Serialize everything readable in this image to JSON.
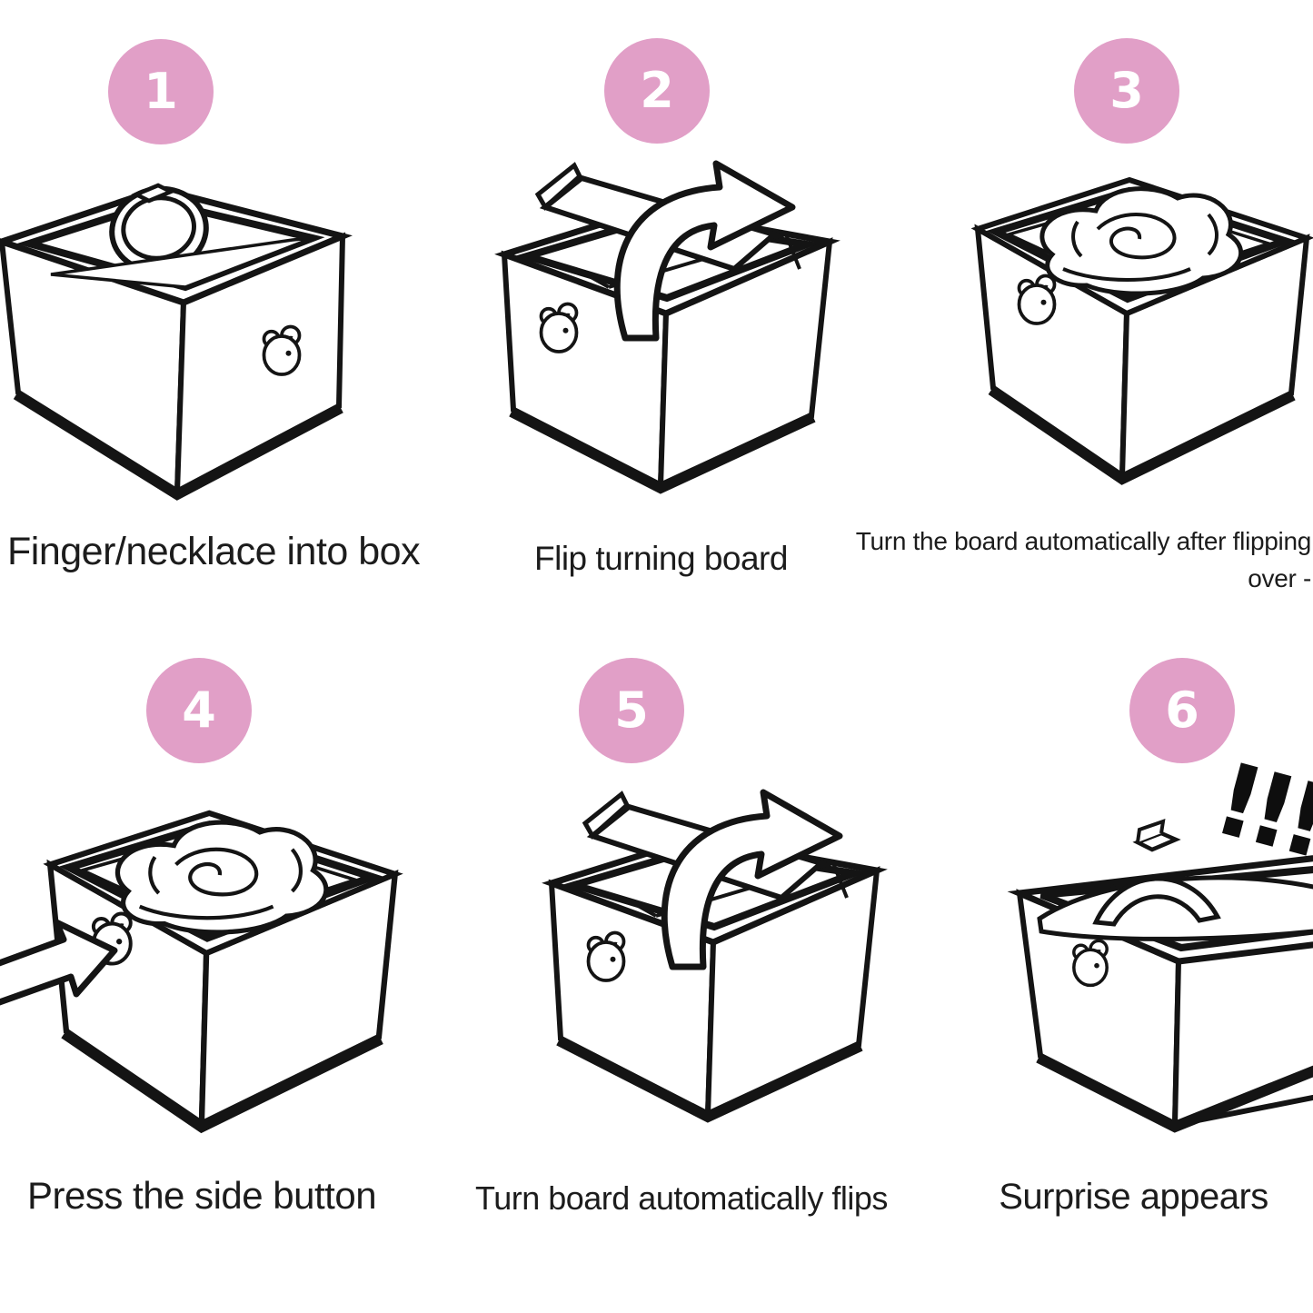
{
  "style": {
    "accent_pink": "#E19FC7",
    "number_color": "#ffffff",
    "line_color": "#141414",
    "text_color": "#1c1c1c",
    "background": "#ffffff"
  },
  "steps": [
    {
      "number": "1",
      "caption": "Finger/necklace into box",
      "illustration": "open-box-with-ring-inside"
    },
    {
      "number": "2",
      "caption": "Flip turning board",
      "illustration": "open-box-flip-board-with-curved-arrow"
    },
    {
      "number": "3",
      "caption": "Turn the board automatically after flipping over -",
      "caption_lines": [
        "Turn the board automatically after flipping",
        "over -"
      ],
      "illustration": "closed-box-with-rose-lid"
    },
    {
      "number": "4",
      "caption": "Press the side button",
      "illustration": "rose-lid-box-with-arrow-pressing-side-button"
    },
    {
      "number": "5",
      "caption": "Turn board automatically flips",
      "illustration": "open-box-flip-board-with-curved-arrow"
    },
    {
      "number": "6",
      "caption": "Surprise appears",
      "annotation": "!!!",
      "illustration": "open-box-ring-popping-up"
    }
  ]
}
